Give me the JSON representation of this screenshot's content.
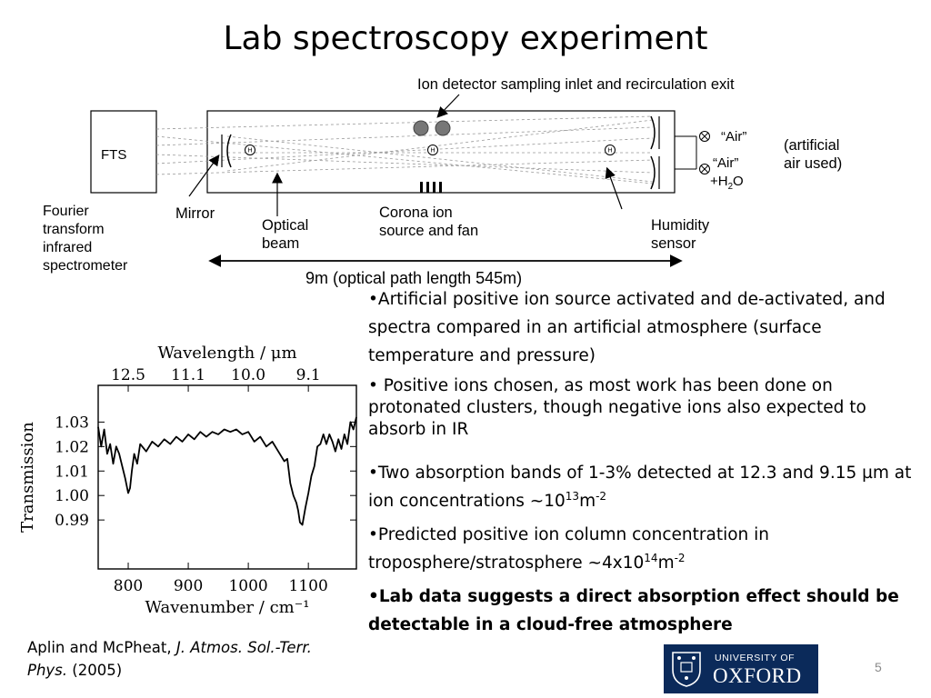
{
  "slide": {
    "title": "Lab spectroscopy experiment",
    "page_number": "5"
  },
  "apparatus": {
    "inlet_label": "Ion detector sampling inlet and recirculation exit",
    "fts_label": "FTS",
    "air_label": "“Air”",
    "air_water_label": "“Air”",
    "water_label": "+H",
    "water_sub": "2",
    "water_tail": "O",
    "artificial_note_1": "(artificial",
    "artificial_note_2": "air used)",
    "fts_caption": [
      "Fourier",
      "transform",
      "infrared",
      "spectrometer"
    ],
    "mirror_label": "Mirror",
    "beam_label": [
      "Optical",
      "beam"
    ],
    "corona_label": [
      "Corona ion",
      "source and fan"
    ],
    "humidity_label": [
      "Humidity",
      "sensor"
    ],
    "humidity_glyph": "H",
    "path_length": "9m (optical path length 545m)"
  },
  "bullets": {
    "b1": "•Artificial positive ion source activated and de-activated, and spectra compared in an artificial atmosphere (surface temperature and pressure)",
    "b2": "• Positive ions chosen, as most work has been done on protonated clusters, though negative ions also expected to absorb in IR",
    "b3_text": "•Two absorption bands of 1-3% detected at 12.3 and 9.15 µm at ion concentrations  ~10",
    "b3_exp": "13",
    "b3_unit": "m",
    "b3_unit_exp": "-2",
    "b4_text": "•Predicted positive ion column concentration in troposphere/stratosphere ~4x10",
    "b4_exp": "14",
    "b4_unit": "m",
    "b4_unit_exp": "-2",
    "b5": "•Lab data suggests a direct absorption effect should be detectable in a cloud-free atmosphere"
  },
  "citation": {
    "authors": "Aplin and McPheat, ",
    "journal": "J. Atmos. Sol.-Terr. Phys.",
    "year": " (2005)"
  },
  "logo": {
    "line1": "UNIVERSITY OF",
    "line2": "OXFORD",
    "color": "#0b2a5a"
  },
  "chart_data": {
    "type": "line",
    "title": "",
    "xlabel": "Wavenumber / cm⁻¹",
    "top_xlabel": "Wavelength / μm",
    "ylabel": "Transmission",
    "xlim": [
      750,
      1180
    ],
    "ylim": [
      0.97,
      1.045
    ],
    "x_ticks": [
      "800",
      "900",
      "1000",
      "1100"
    ],
    "x_tick_values": [
      800,
      900,
      1000,
      1100
    ],
    "y_ticks": [
      "1.03",
      "1.02",
      "1.01",
      "1.00",
      "0.99"
    ],
    "y_tick_values": [
      1.03,
      1.02,
      1.01,
      1.0,
      0.99
    ],
    "top_ticks": [
      "12.5",
      "11.1",
      "10.0",
      "9.1"
    ],
    "top_tick_wavenumbers": [
      800,
      900,
      1000,
      1100
    ],
    "series": [
      {
        "x": [
          750,
          755,
          760,
          765,
          770,
          775,
          780,
          785,
          790,
          795,
          800,
          803,
          806,
          810,
          815,
          820,
          830,
          840,
          850,
          860,
          870,
          880,
          890,
          900,
          910,
          920,
          930,
          940,
          950,
          960,
          970,
          980,
          990,
          1000,
          1010,
          1020,
          1030,
          1040,
          1050,
          1060,
          1065,
          1070,
          1075,
          1080,
          1083,
          1086,
          1090,
          1095,
          1100,
          1105,
          1110,
          1115,
          1120,
          1125,
          1130,
          1135,
          1140,
          1145,
          1150,
          1155,
          1160,
          1165,
          1170,
          1175,
          1180
        ],
        "y": [
          1.028,
          1.02,
          1.027,
          1.017,
          1.021,
          1.013,
          1.02,
          1.017,
          1.012,
          1.007,
          1.001,
          1.003,
          1.01,
          1.017,
          1.013,
          1.021,
          1.018,
          1.022,
          1.02,
          1.023,
          1.021,
          1.024,
          1.022,
          1.025,
          1.023,
          1.026,
          1.024,
          1.026,
          1.025,
          1.027,
          1.026,
          1.027,
          1.025,
          1.026,
          1.022,
          1.024,
          1.02,
          1.022,
          1.018,
          1.014,
          1.015,
          1.005,
          1.0,
          0.997,
          0.994,
          0.989,
          0.988,
          0.995,
          1.001,
          1.008,
          1.012,
          1.02,
          1.021,
          1.025,
          1.021,
          1.025,
          1.022,
          1.018,
          1.023,
          1.019,
          1.025,
          1.021,
          1.03,
          1.027,
          1.032
        ]
      }
    ]
  }
}
